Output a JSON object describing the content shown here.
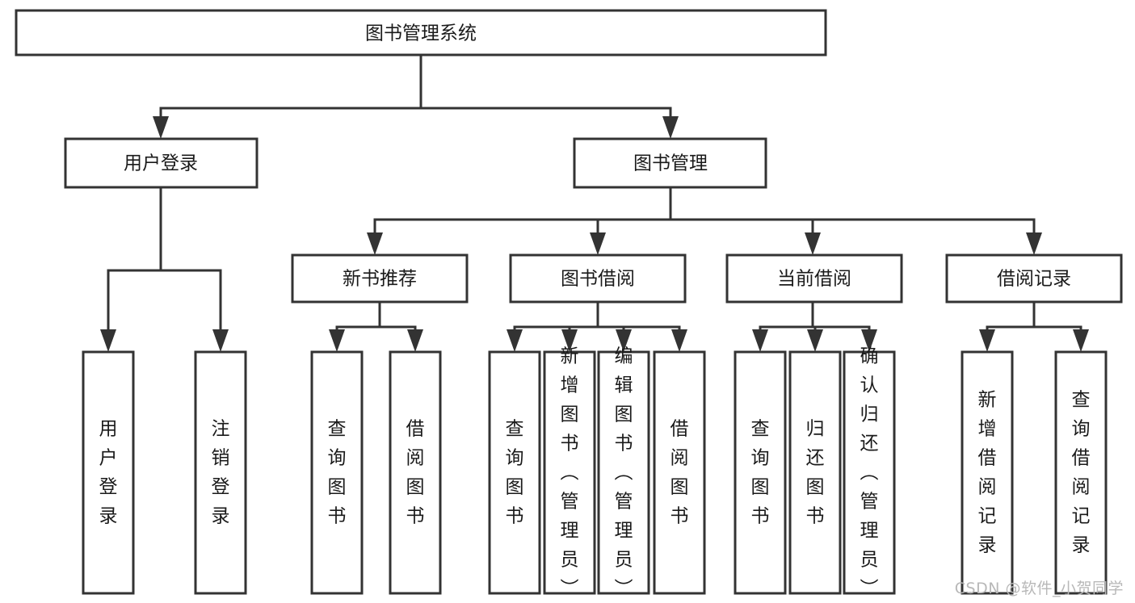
{
  "diagram": {
    "type": "tree",
    "title": "图书管理系统",
    "orientation": "top-down",
    "watermark": "CSDN @软件_小贺同学",
    "colors": {
      "box_stroke": "#333333",
      "box_fill": "#ffffff",
      "connector": "#333333",
      "text": "#1a1a1a",
      "background": "#ffffff",
      "watermark": "#b8b8b8"
    },
    "root": {
      "label": "图书管理系统"
    },
    "level2": [
      {
        "label": "用户登录"
      },
      {
        "label": "图书管理"
      }
    ],
    "level3": [
      {
        "label": "新书推荐"
      },
      {
        "label": "图书借阅"
      },
      {
        "label": "当前借阅"
      },
      {
        "label": "借阅记录"
      }
    ],
    "leaves": {
      "user_login": [
        {
          "label": "用户登录"
        },
        {
          "label": "注销登录"
        }
      ],
      "new_book_recommend": [
        {
          "label": "查询图书"
        },
        {
          "label": "借阅图书"
        }
      ],
      "book_borrow": [
        {
          "label": "查询图书"
        },
        {
          "label": "新增图书（管理员）"
        },
        {
          "label": "编辑图书（管理员）"
        },
        {
          "label": "借阅图书"
        }
      ],
      "current_borrow": [
        {
          "label": "查询图书"
        },
        {
          "label": "归还图书"
        },
        {
          "label": "确认归还（管理员）"
        }
      ],
      "borrow_record": [
        {
          "label": "新增借阅记录"
        },
        {
          "label": "查询借阅记录"
        }
      ]
    }
  }
}
